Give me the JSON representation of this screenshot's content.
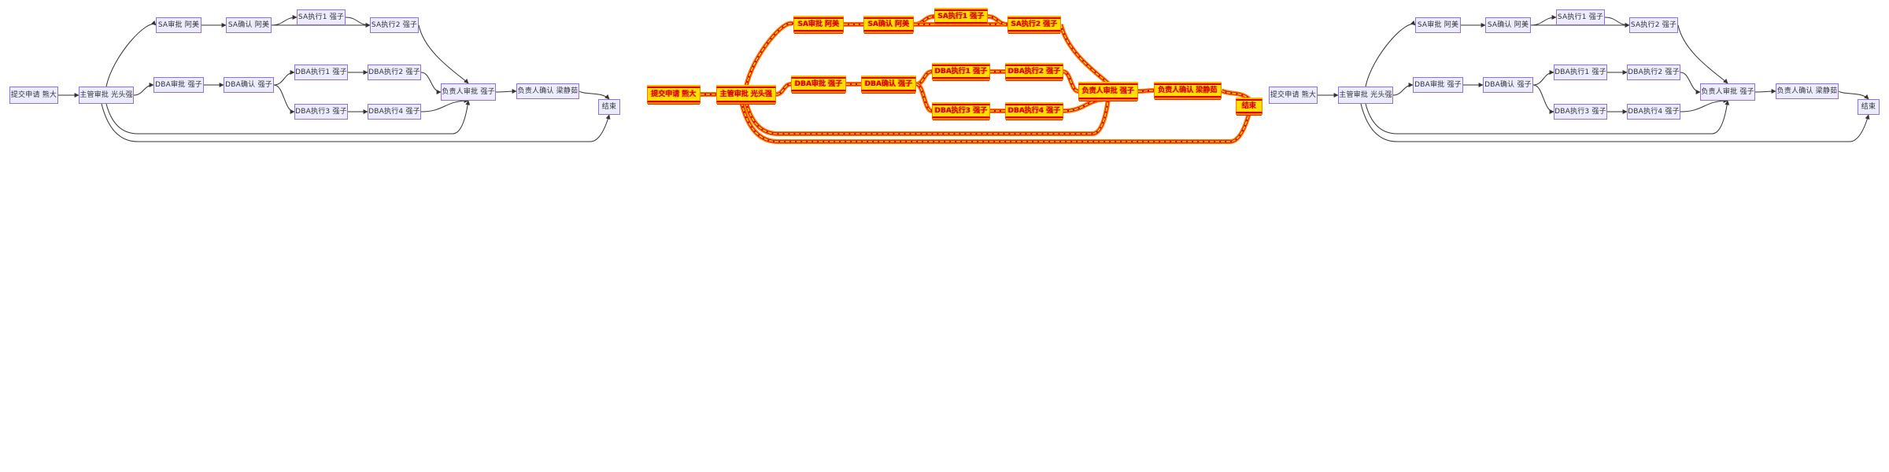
{
  "diagram": {
    "labels": {
      "submit": "提交申请 熊大",
      "mgr": "主管审批 光头强",
      "sa_appr": "SA审批 阿美",
      "sa_conf": "SA确认 阿美",
      "sa_ex1": "SA执行1 强子",
      "sa_ex2": "SA执行2 强子",
      "dba_appr": "DBA审批 强子",
      "dba_conf": "DBA确认 强子",
      "dba_ex1": "DBA执行1 强子",
      "dba_ex2": "DBA执行2 强子",
      "dba_ex3": "DBA执行3 强子",
      "dba_ex4": "DBA执行4 强子",
      "owner_appr": "负责人审批 强子",
      "owner_conf": "负责人确认 梁静茹",
      "end": "结束"
    },
    "panels": [
      "normal-flowchart",
      "highlighted-flowchart",
      "normal-flowchart-copy"
    ],
    "colors": {
      "node_fill": "#ececff",
      "node_border": "#9370db",
      "edge": "#333333",
      "highlight_fill": "#ffe000",
      "highlight_stroke": "#e00000",
      "highlight_glow": "#ff8000"
    }
  }
}
